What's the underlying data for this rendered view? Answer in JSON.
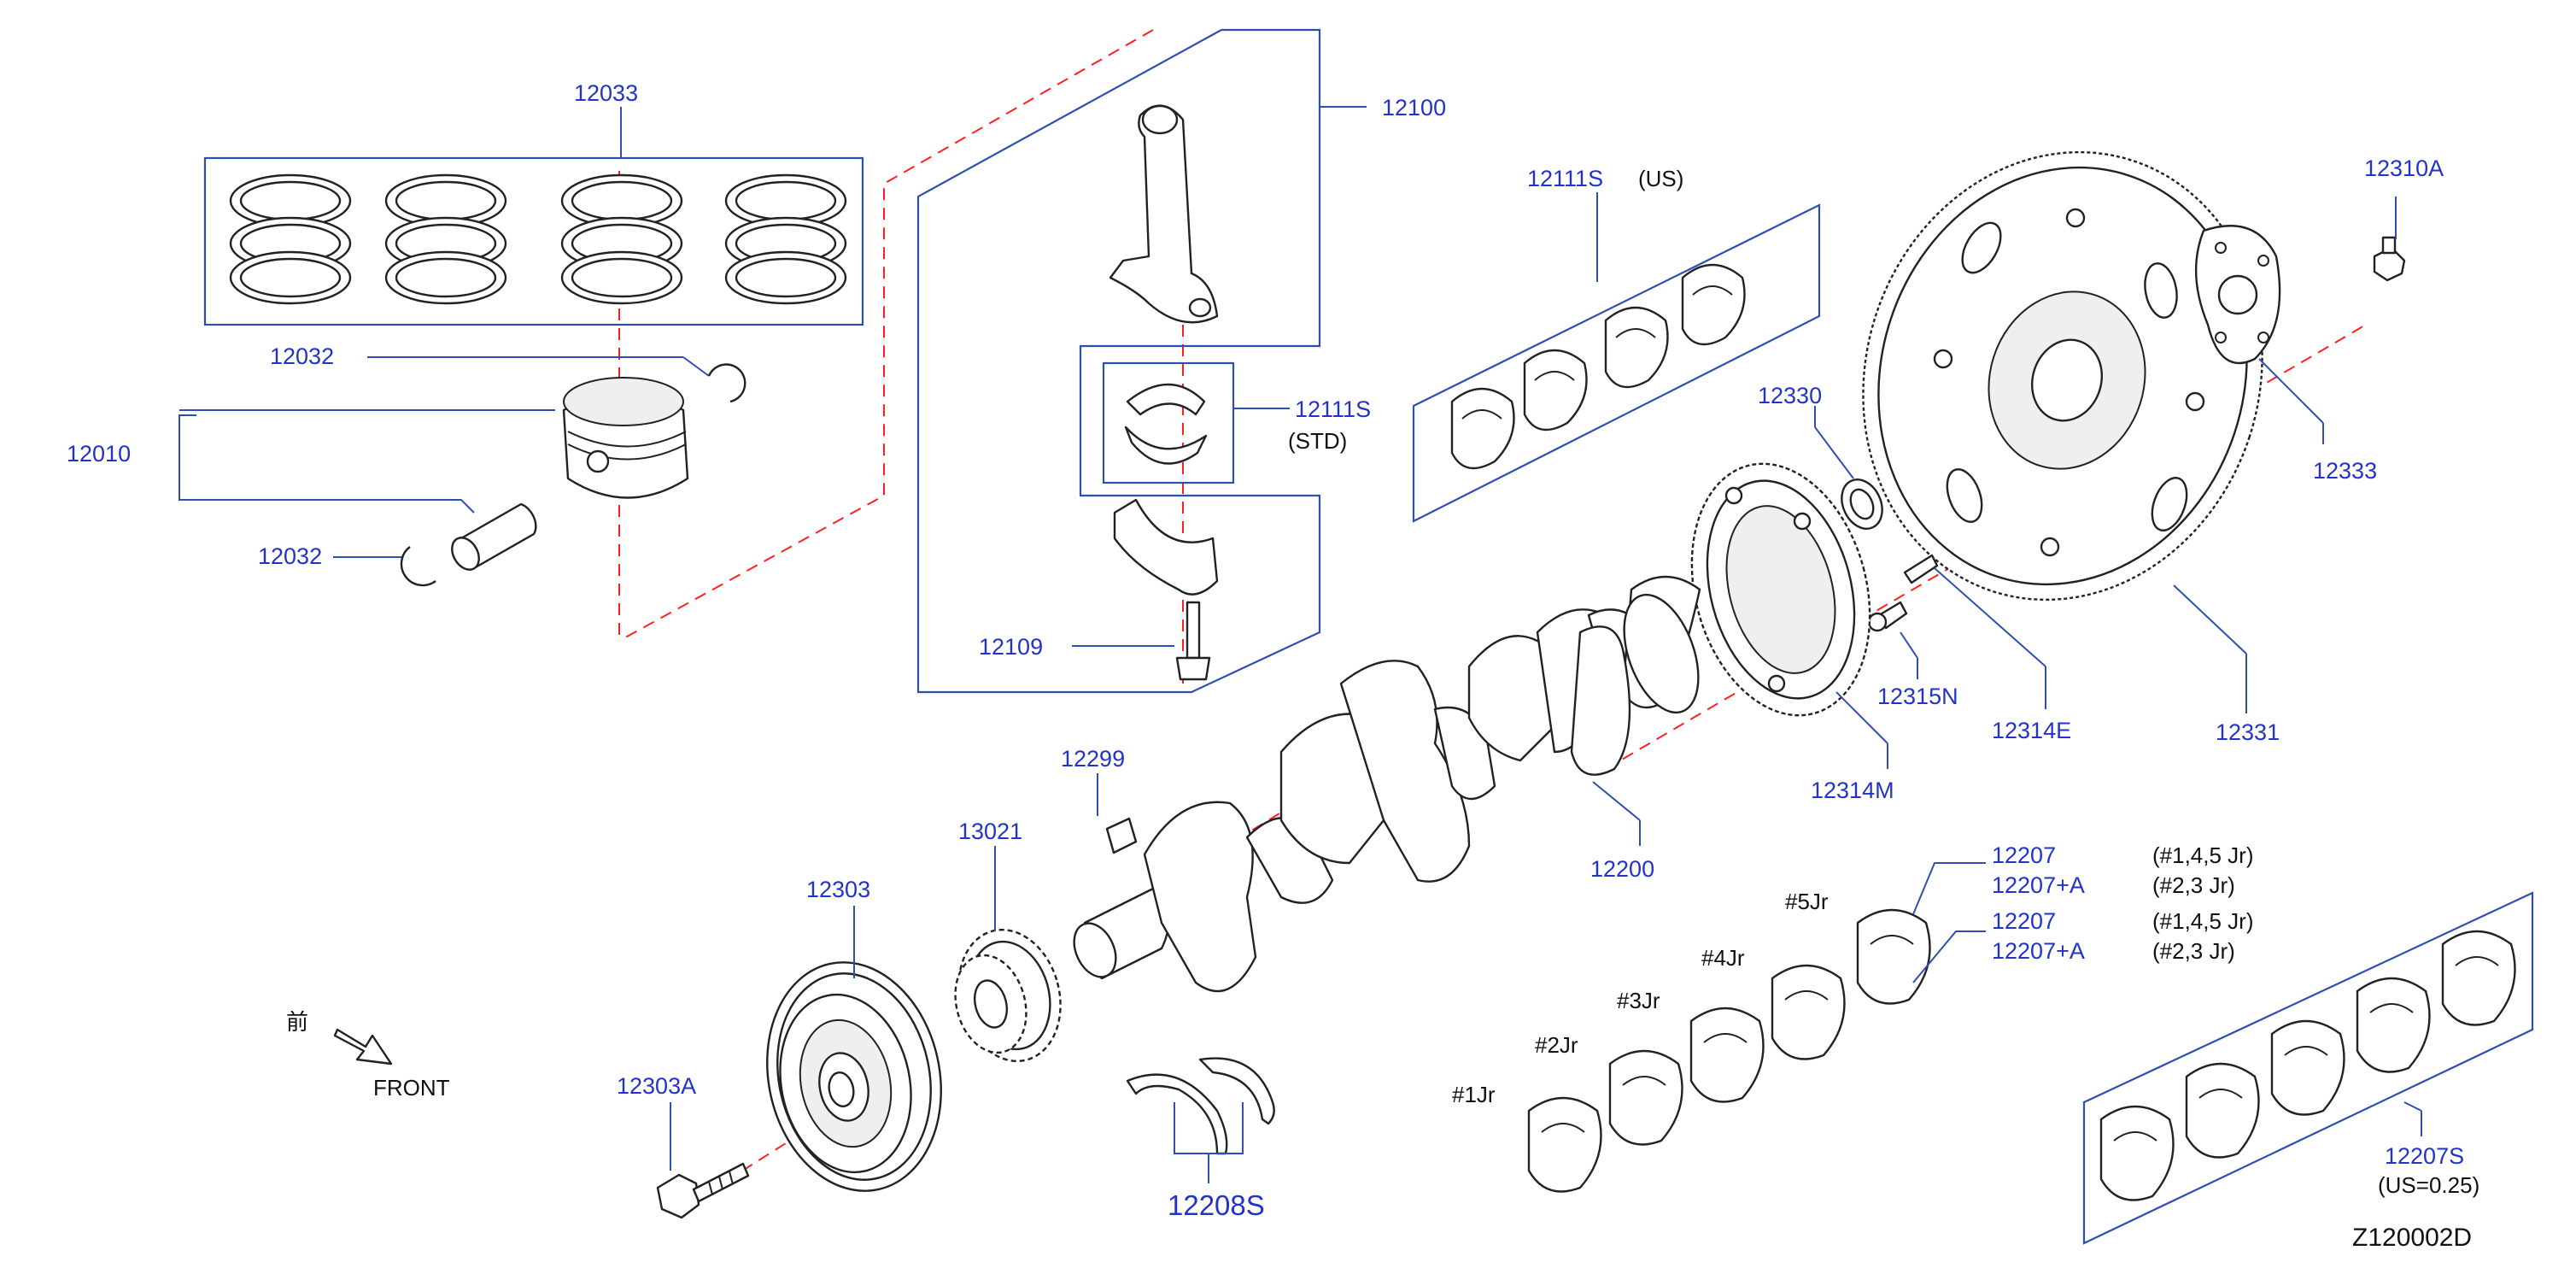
{
  "diagram": {
    "code": "Z120002D",
    "front_label": "FRONT",
    "front_kanji": "前"
  },
  "parts": {
    "p12033": "12033",
    "p12032_top": "12032",
    "p12010": "12010",
    "p12032_bottom": "12032",
    "p12100": "12100",
    "p12111s_std": "12111S",
    "p12111s_std_note": "(STD)",
    "p12109": "12109",
    "p12111s_us": "12111S",
    "p12111s_us_note": "(US)",
    "p12330": "12330",
    "p12310a": "12310A",
    "p12333": "12333",
    "p12331": "12331",
    "p12315n": "12315N",
    "p12314e": "12314E",
    "p12314m": "12314M",
    "p12200": "12200",
    "p12299": "12299",
    "p13021": "13021",
    "p12303": "12303",
    "p12303a": "12303A",
    "p12208s": "12208S",
    "p12207_a": "12207",
    "p12207a_a": "12207+A",
    "p12207_b": "12207",
    "p12207a_b": "12207+A",
    "p12207s": "12207S",
    "p12207s_note": "(US=0.25)"
  },
  "notes": {
    "jr145_a": "(#1,4,5   Jr)",
    "jr23_a": "(#2,3   Jr)",
    "jr145_b": "(#1,4,5   Jr)",
    "jr23_b": "(#2,3   Jr)",
    "jr1": "#1Jr",
    "jr2": "#2Jr",
    "jr3": "#3Jr",
    "jr4": "#4Jr",
    "jr5": "#5Jr"
  },
  "colors": {
    "part_number": "#2233cc",
    "leader_line": "#2e4fb0",
    "center_line": "#ff1f1f",
    "drawing": "#222222"
  }
}
